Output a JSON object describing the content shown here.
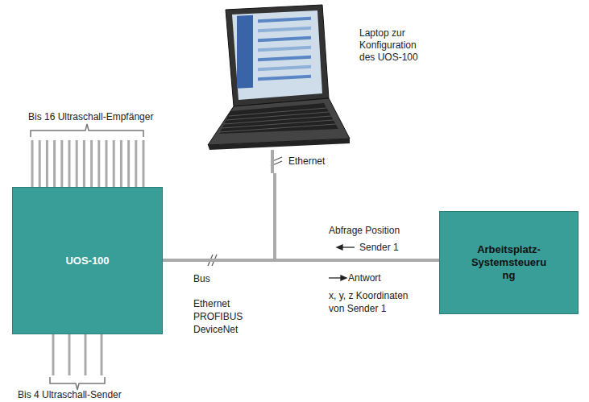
{
  "diagram": {
    "nodes": [
      {
        "text": [
          "Laptop zur Konfiguration des UOS-100"
        ]
      },
      {
        "text": [
          "UOS-100"
        ]
      },
      {
        "text": [
          "Arbeitsplatz-Systemsteuerung"
        ]
      }
    ],
    "edges": [
      {
        "from": 1,
        "to": 2,
        "arrow": "none"
      },
      {
        "from": 0,
        "to": 1,
        "arrow": "none"
      },
      {
        "from": 0,
        "to": 2,
        "arrow": "none"
      }
    ],
    "labels": [
      "Bis 16 Ultraschall-Empfänger",
      "Bis 4 Ultraschall-Sender",
      "Ethernet",
      "Bus",
      "Ethernet",
      "PROFIBUS",
      "DeviceNet",
      "Abfrage Position",
      "Sender 1",
      "Antwort",
      "x, y, z Koordinaten",
      "von Sender 1"
    ]
  }
}
